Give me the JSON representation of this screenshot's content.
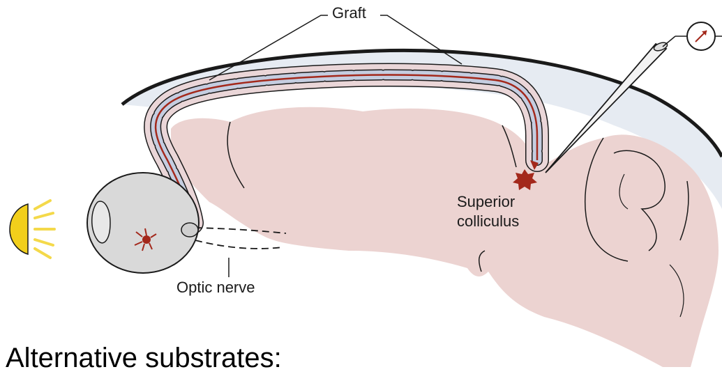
{
  "labels": {
    "graft": "Graft",
    "superior_colliculus_line1": "Superior",
    "superior_colliculus_line2": "colliculus",
    "optic_nerve": "Optic nerve"
  },
  "slide_text": "Alternative substrates:",
  "colors": {
    "brain": "#ecd3d1",
    "skull": "#1a1a1a",
    "skull_fill": "#e6ebf2",
    "graft_sheath": "#d2d8e6",
    "graft_inner": "#c5cde0",
    "axon": "#a3281b",
    "eye": "#d9d9d9",
    "light": "#f2cf1b",
    "neuron": "#a3281b"
  }
}
